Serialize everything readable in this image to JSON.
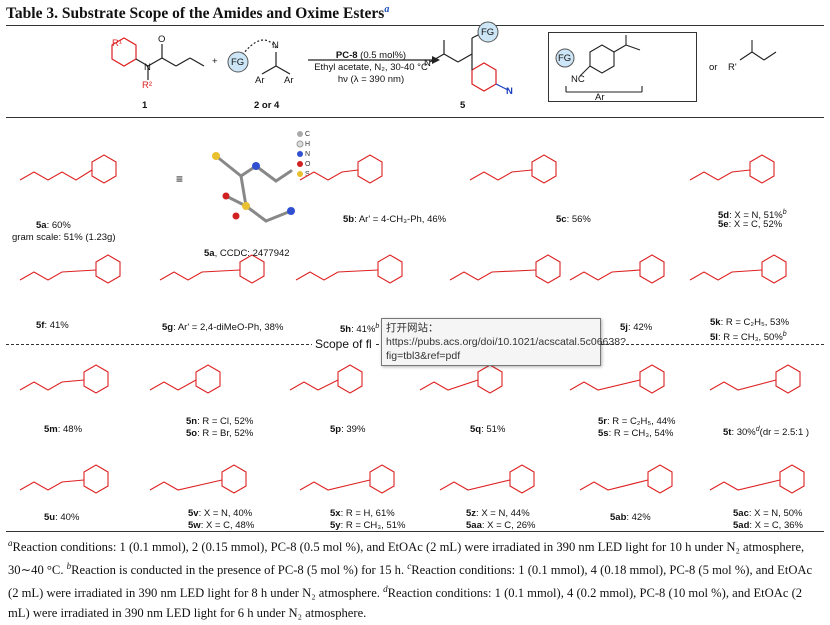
{
  "title": {
    "text": "Table 3. Substrate Scope of the Amides and Oxime Esters",
    "footnote_mark": "a"
  },
  "scheme": {
    "catalyst": "PC-8",
    "catalyst_loading": "(0.5 mol%)",
    "solvent_line": "Ethyl acetate, N₂, 30-40 °C",
    "light_line": "hν (λ = 390 nm)",
    "reactant1_label": "1",
    "reactant2_label": "2 or 4",
    "product_label": "5",
    "plus": "+",
    "or": "or",
    "fg": "FG",
    "ar": "Ar"
  },
  "section_heading": "Scope of fl",
  "tooltip": "打开网站：https://pubs.acs.org/doi/10.1021/acscatal.5c06638?fig=tbl3&ref=pdf",
  "compounds": [
    {
      "id": "5a",
      "text": ": 60%"
    },
    {
      "id": "",
      "text": "gram scale: 51% (1.23g)"
    },
    {
      "id": "5a",
      "text": ", CCDC: 2477942"
    },
    {
      "id": "5b",
      "text": ": Ar' = 4-CH₃-Ph, 46%"
    },
    {
      "id": "5c",
      "text": ": 56%"
    },
    {
      "id": "5d",
      "text": ": X = N, 51%",
      "sup": "b"
    },
    {
      "id": "5e",
      "text": ": X = C, 52%"
    },
    {
      "id": "5f",
      "text": ": 41%"
    },
    {
      "id": "5g",
      "text": ": Ar' = 2,4-diMeO-Ph, 38%"
    },
    {
      "id": "5h",
      "text": ": 41%",
      "sup": "b"
    },
    {
      "id": "5j",
      "text": ": 42%"
    },
    {
      "id": "5k",
      "text": ": R = C₂H₅, 53%"
    },
    {
      "id": "5l",
      "text": ": R = CH₃, 50%",
      "sup": "b"
    },
    {
      "id": "5m",
      "text": ": 48%"
    },
    {
      "id": "5n",
      "text": ": R = Cl, 52%"
    },
    {
      "id": "5o",
      "text": ": R = Br, 52%"
    },
    {
      "id": "5p",
      "text": ": 39%"
    },
    {
      "id": "5q",
      "text": ": 51%"
    },
    {
      "id": "5r",
      "text": ": R = C₂H₅, 44%"
    },
    {
      "id": "5s",
      "text": ": R = CH₃, 54%"
    },
    {
      "id": "5t",
      "text": ": 30%",
      "sup": "d",
      "tail": "(dr = 2.5:1 )"
    },
    {
      "id": "5u",
      "text": ": 40%"
    },
    {
      "id": "5v",
      "text": ": X = N, 40%"
    },
    {
      "id": "5w",
      "text": ": X = C, 48%"
    },
    {
      "id": "5x",
      "text": ": R = H, 61%"
    },
    {
      "id": "5y",
      "text": ": R = CH₃, 51%"
    },
    {
      "id": "5z",
      "text": ": X = N, 44%"
    },
    {
      "id": "5aa",
      "text": ": X = C, 26%"
    },
    {
      "id": "5ab",
      "text": ": 42%"
    },
    {
      "id": "5ac",
      "text": ": X = N, 50%"
    },
    {
      "id": "5ad",
      "text": ": X = C, 36%"
    }
  ],
  "footnotes": [
    {
      "mark": "a",
      "text": "Reaction conditions: 1 (0.1 mmol), 2 (0.15 mmol), PC-8 (0.5 mol %), and EtOAc (2 mL) were irradiated in 390 nm LED light for 10 h under N₂ atmosphere, 30∼40 °C."
    },
    {
      "mark": "b",
      "text": "Reaction is conducted in the presence of PC-8 (5 mol %) for 15 h."
    },
    {
      "mark": "c",
      "text": "Reaction conditions: 1 (0.1 mmol), 4 (0.18 mmol), PC-8 (5 mol %), and EtOAc (2 mL) were irradiated in 390 nm LED light for 8 h under N₂ atmosphere."
    },
    {
      "mark": "d",
      "text": "Reaction conditions: 1 (0.1 mmol), 4 (0.2 mmol), PC-8 (10 mol %), and EtOAc (2 mL) were irradiated in 390 nm LED light for 6 h under N₂ atmosphere."
    }
  ]
}
